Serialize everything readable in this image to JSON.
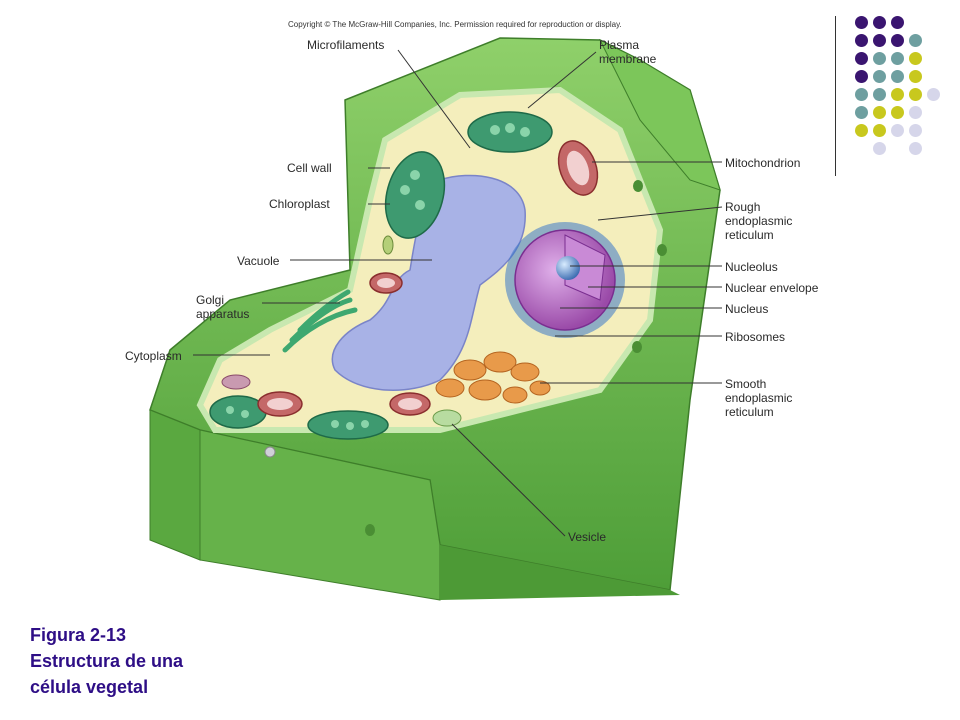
{
  "copyright": "Copyright © The McGraw-Hill Companies, Inc. Permission required for reproduction or display.",
  "labels": {
    "microfilaments": "Microfilaments",
    "plasma_membrane": "Plasma\nmembrane",
    "cell_wall": "Cell wall",
    "chloroplast": "Chloroplast",
    "vacuole": "Vacuole",
    "golgi": "Golgi\napparatus",
    "cytoplasm": "Cytoplasm",
    "mitochondrion": "Mitochondrion",
    "rough_er": "Rough\nendoplasmic\nreticulum",
    "nucleolus": "Nucleolus",
    "nuclear_envelope": "Nuclear envelope",
    "nucleus": "Nucleus",
    "ribosomes": "Ribosomes",
    "smooth_er": "Smooth\nendoplasmic\nreticulum",
    "vesicle": "Vesicle"
  },
  "caption": {
    "line1": "Figura 2-13",
    "line2": "Estructura de una",
    "line3": "célula vegetal"
  },
  "colors": {
    "caption": "#2e0e86",
    "purple": "#3a1570",
    "teal": "#6e9fa0",
    "olive": "#c8c81e",
    "lavender": "#d6d6ea",
    "cell_wall": "#6ebd4e",
    "cytoplasm": "#f4eebc",
    "vacuole": "#a8b2e6"
  },
  "dot_colors": [
    "purple",
    "teal",
    "olive",
    "lavender"
  ]
}
